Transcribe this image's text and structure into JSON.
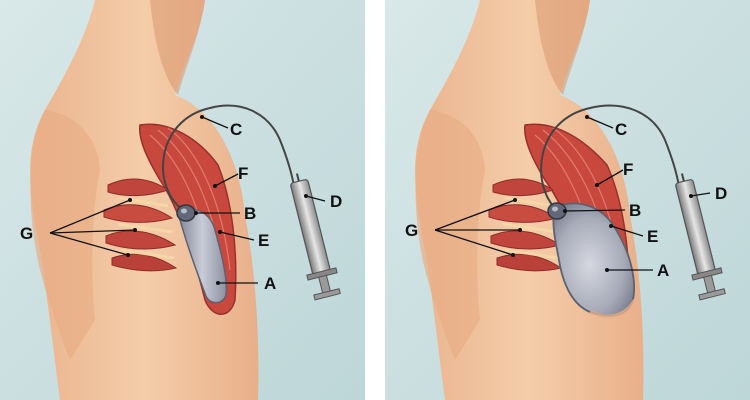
{
  "colors": {
    "background": "#cfe1e2",
    "skin": "#f2c7a3",
    "skin_shadow": "#dda07b",
    "muscle": "#c8483e",
    "muscle_dark": "#98302d",
    "implant": "#a9adba",
    "tube": "#444444",
    "syringe": "#9a9a9a"
  },
  "panels": [
    {
      "id": "before",
      "labels": {
        "A": "A",
        "B": "B",
        "C": "C",
        "D": "D",
        "E": "E",
        "F": "F",
        "G": "G"
      }
    },
    {
      "id": "after",
      "labels": {
        "A": "A",
        "B": "B",
        "C": "C",
        "D": "D",
        "E": "E",
        "F": "F",
        "G": "G"
      }
    }
  ]
}
